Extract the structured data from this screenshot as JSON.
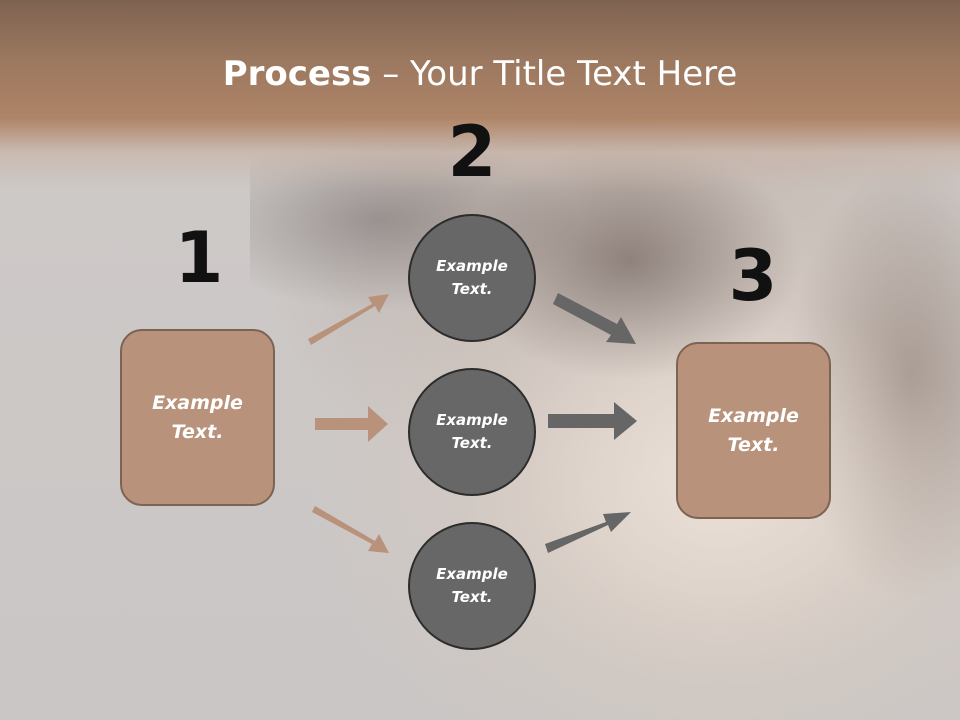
{
  "slide": {
    "title_bold": "Process",
    "title_rest": " – Your Title Text Here"
  },
  "steps": {
    "one": {
      "number": "1",
      "label": "Example\nText."
    },
    "two": {
      "number": "2",
      "label": "Example\nText."
    },
    "three": {
      "number": "3",
      "label": "Example\nText."
    }
  },
  "circles": [
    {
      "label": "Example\nText."
    },
    {
      "label": "Example\nText."
    },
    {
      "label": "Example\nText."
    }
  ],
  "colors": {
    "box_fill": "#b8927a",
    "circle_fill": "#676767",
    "arrow_left": "#b8927a",
    "arrow_right": "#666666"
  }
}
